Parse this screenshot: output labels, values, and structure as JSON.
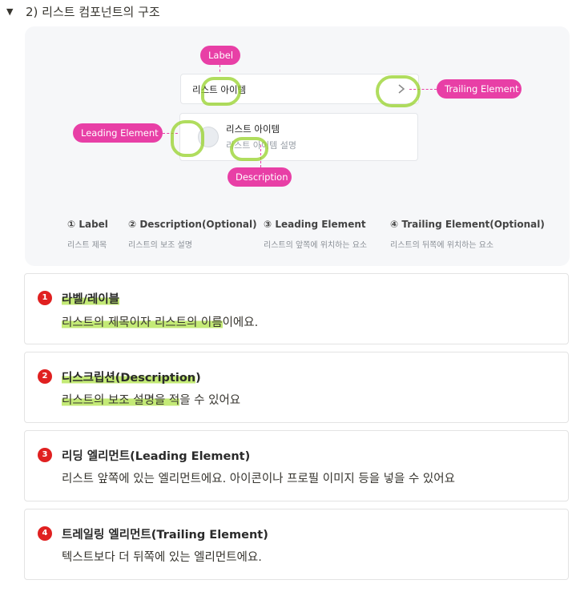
{
  "toggle": {
    "arrow": "▼",
    "title": "2) 리스트 컴포넌트의 구조"
  },
  "figure": {
    "pills": {
      "label": "Label",
      "trailing": "Trailing Element",
      "leading": "Leading Element",
      "description": "Description"
    },
    "card1": {
      "text": "리스트 아이템",
      "icon": "chevron-right-icon"
    },
    "card2": {
      "text": "리스트 아이템",
      "sub": "리스트 아이템 설명",
      "icon": "avatar-icon"
    },
    "legend": [
      {
        "title": "① Label",
        "sub": "리스트 제목"
      },
      {
        "title": "② Description(Optional)",
        "sub": "리스트의 보조 설명"
      },
      {
        "title": "③ Leading Element",
        "sub": "리스트의 앞쪽에 위치하는 요소"
      },
      {
        "title": "④ Trailing Element(Optional)",
        "sub": "리스트의 뒤쪽에 위치하는 요소"
      }
    ],
    "accent_color": "#e83fa6",
    "highlight_color": "#aae13c"
  },
  "items": [
    {
      "num": "1",
      "title_hl": "라벨/레이블",
      "title_rest": "",
      "desc_hl": "리스트의 제목이자 리스트의 이름",
      "desc_rest": "이에요."
    },
    {
      "num": "2",
      "title_hl": "디스크립션(Description",
      "title_rest": ")",
      "desc_hl": "리스트의 보조 설명을 적",
      "desc_rest": "을 수 있어요"
    },
    {
      "num": "3",
      "title_hl": "",
      "title_rest": "리딩 엘리먼트(Leading Element)",
      "desc_hl": "",
      "desc_rest": "리스트 앞쪽에 있는 엘리먼트에요. 아이콘이나 프로필 이미지 등을 넣을 수 있어요"
    },
    {
      "num": "4",
      "title_hl": "",
      "title_rest": "트레일링 엘리먼트(Trailing Element)",
      "desc_hl": "",
      "desc_rest": "텍스트보다 더 뒤쪽에 있는 엘리먼트에요."
    }
  ]
}
